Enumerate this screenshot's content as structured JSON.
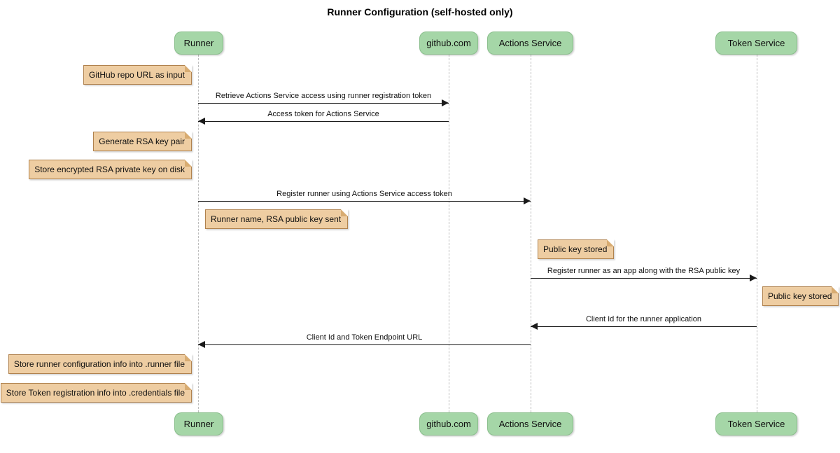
{
  "title": "Runner Configuration (self-hosted only)",
  "diagram_type": "sequence-diagram",
  "participants": [
    {
      "id": "runner",
      "label": "Runner"
    },
    {
      "id": "github",
      "label": "github.com"
    },
    {
      "id": "actions",
      "label": "Actions Service"
    },
    {
      "id": "token",
      "label": "Token Service"
    }
  ],
  "messages": [
    {
      "from": "Runner",
      "to": "github.com",
      "label": "Retrieve Actions Service access using runner registration token"
    },
    {
      "from": "github.com",
      "to": "Runner",
      "label": "Access token for Actions Service"
    },
    {
      "from": "Runner",
      "to": "Actions Service",
      "label": "Register runner using Actions Service access token"
    },
    {
      "from": "Actions Service",
      "to": "Token Service",
      "label": "Register runner as an app along with the RSA public key"
    },
    {
      "from": "Token Service",
      "to": "Actions Service",
      "label": "Client Id for the runner application"
    },
    {
      "from": "Actions Service",
      "to": "Runner",
      "label": "Client Id and Token Endpoint URL"
    }
  ],
  "notes": [
    {
      "text": "GitHub repo URL as input",
      "position": "left of Runner"
    },
    {
      "text": "Generate RSA key pair",
      "position": "left of Runner"
    },
    {
      "text": "Store encrypted RSA private key on disk",
      "position": "left of Runner"
    },
    {
      "text": "Runner name, RSA public key sent",
      "position": "right of Runner"
    },
    {
      "text": "Public key stored",
      "position": "right of Actions Service"
    },
    {
      "text": "Public key stored",
      "position": "right of Token Service"
    },
    {
      "text": "Store runner configuration info into .runner file",
      "position": "left of Runner"
    },
    {
      "text": "Store Token registration info into .credentials file",
      "position": "left of Runner"
    }
  ],
  "colors": {
    "background": "#FFFFFF",
    "participant_fill": "#A5D6A7",
    "participant_border": "#8BBF8D",
    "note_fill": "#EECDA2",
    "note_border": "#B0824E",
    "note_fold": "#D8AC72",
    "lifeline": "#BDBDBD",
    "arrow": "#1A1A1A"
  }
}
